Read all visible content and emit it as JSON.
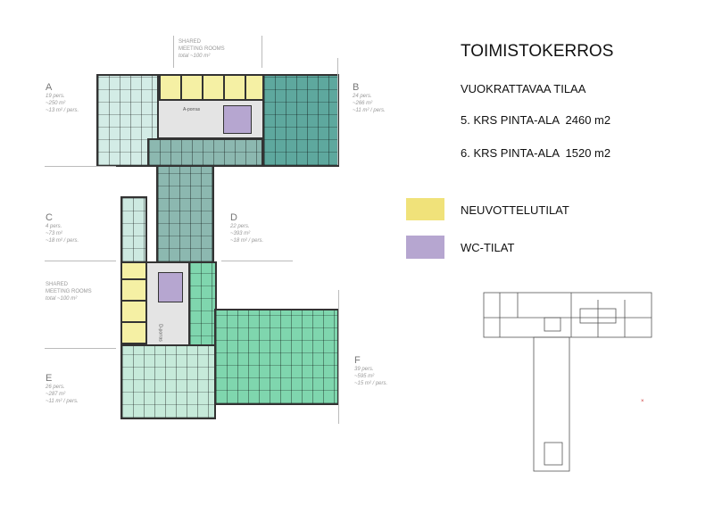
{
  "title": "TOIMISTOKERROS",
  "subtitle": "VUOKRATTAVAA TILAA",
  "areas": [
    "5. KRS PINTA-ALA  2460 m2",
    "6. KRS PINTA-ALA  1520 m2"
  ],
  "legend": [
    {
      "label": "NEUVOTTELUTILAT",
      "color": "#f0e27a"
    },
    {
      "label": "WC-TILAT",
      "color": "#b6a6d0"
    }
  ],
  "shared_top": {
    "title1": "SHARED",
    "title2": "MEETING ROOMS",
    "total": "total ~100 m²"
  },
  "shared_left": {
    "title1": "SHARED",
    "title2": "MEETING ROOMS",
    "total": "total ~100 m²"
  },
  "lobby_a": "A-porras",
  "lobby_d": "D-porras",
  "zones": [
    {
      "id": "A",
      "pers": "19 pers.",
      "area": "~250 m²",
      "per": "~13 m² / pers."
    },
    {
      "id": "B",
      "pers": "24 pers.",
      "area": "~266 m²",
      "per": "~11 m² / pers."
    },
    {
      "id": "C",
      "pers": "4 pers.",
      "area": "~73 m²",
      "per": "~18 m² / pers."
    },
    {
      "id": "D",
      "pers": "22 pers.",
      "area": "~393 m²",
      "per": "~18 m² / pers."
    },
    {
      "id": "E",
      "pers": "26 pers.",
      "area": "~287 m²",
      "per": "~11 m² / pers."
    },
    {
      "id": "F",
      "pers": "39 pers.",
      "area": "~595 m²",
      "per": "~15 m² / pers."
    }
  ]
}
